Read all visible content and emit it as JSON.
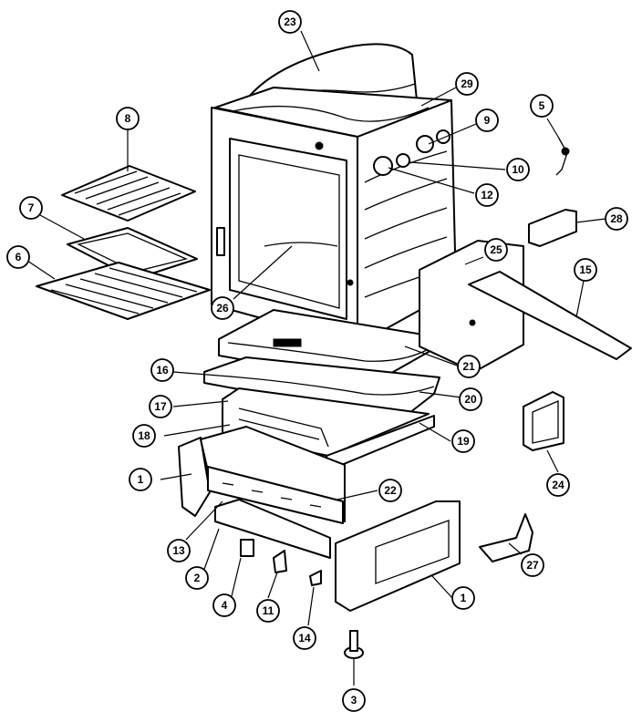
{
  "diagram": {
    "type": "exploded-parts-diagram",
    "line_color": "#000000",
    "background": "#ffffff",
    "callouts": [
      "23",
      "29",
      "9",
      "10",
      "12",
      "8",
      "7",
      "6",
      "26",
      "5",
      "28",
      "25",
      "15",
      "21",
      "16",
      "20",
      "17",
      "18",
      "19",
      "1",
      "22",
      "24",
      "13",
      "2",
      "4",
      "11",
      "14",
      "3",
      "27",
      "1"
    ]
  }
}
